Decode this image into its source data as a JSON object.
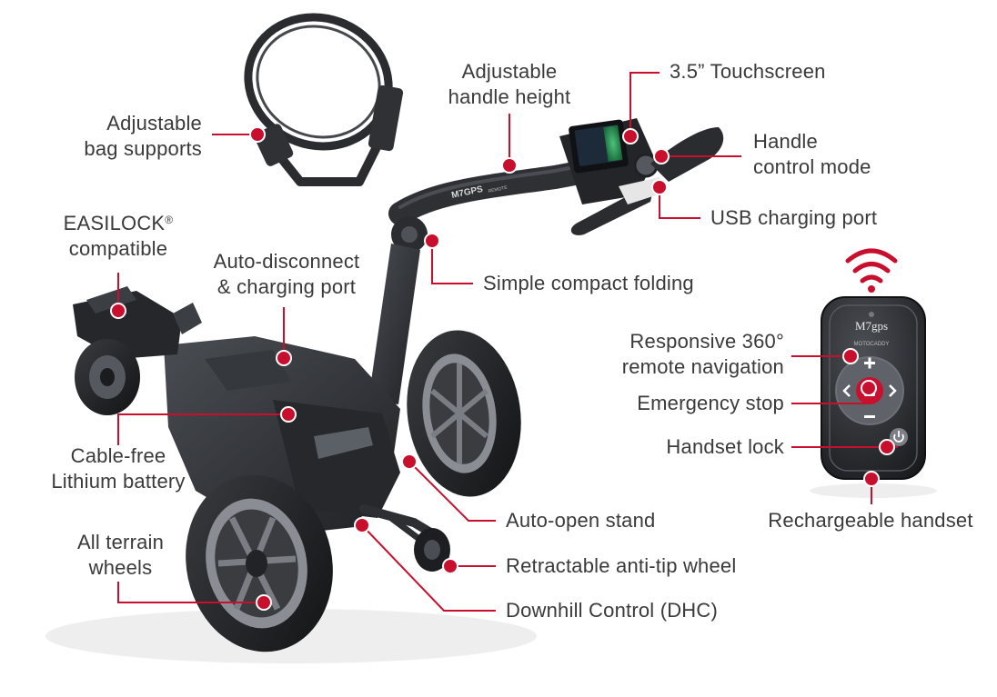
{
  "colors": {
    "accent": "#c8102e",
    "text": "#3a3a3a",
    "trolley_dark": "#2b2d30",
    "trolley_mid": "#3d4045",
    "trolley_light": "#5b5f66"
  },
  "callouts": {
    "adjustable_bag_supports": [
      "Adjustable",
      "bag supports"
    ],
    "adjustable_handle_height": [
      "Adjustable",
      "handle height"
    ],
    "touchscreen": "3.5” Touchscreen",
    "handle_control_mode": [
      "Handle",
      "control mode"
    ],
    "usb_charging_port": "USB charging port",
    "easilock": [
      "EASILOCK",
      "compatible"
    ],
    "easilock_mark": "®",
    "auto_disconnect": [
      "Auto-disconnect",
      "& charging port"
    ],
    "simple_compact_folding": "Simple compact folding",
    "responsive_remote": [
      "Responsive 360°",
      "remote navigation"
    ],
    "emergency_stop": "Emergency stop",
    "handset_lock": "Handset lock",
    "cable_free_battery": [
      "Cable-free",
      "Lithium battery"
    ],
    "auto_open_stand": "Auto-open stand",
    "all_terrain_wheels": [
      "All terrain",
      "wheels"
    ],
    "retractable_anti_tip": "Retractable anti-tip wheel",
    "downhill_control": "Downhill Control (DHC)",
    "rechargeable_handset": "Rechargeable handset"
  },
  "branding": {
    "frame_logo": "M7GPS",
    "frame_logo_sub": "REMOTE",
    "remote_logo": "M7gps",
    "remote_maker": "MOTOCADDY"
  },
  "icons": {
    "wifi": "wifi-signal-icon",
    "plus": "plus-icon",
    "minus": "minus-icon",
    "left": "chevron-left-icon",
    "right": "chevron-right-icon",
    "stop": "stop-icon",
    "power": "power-icon"
  }
}
